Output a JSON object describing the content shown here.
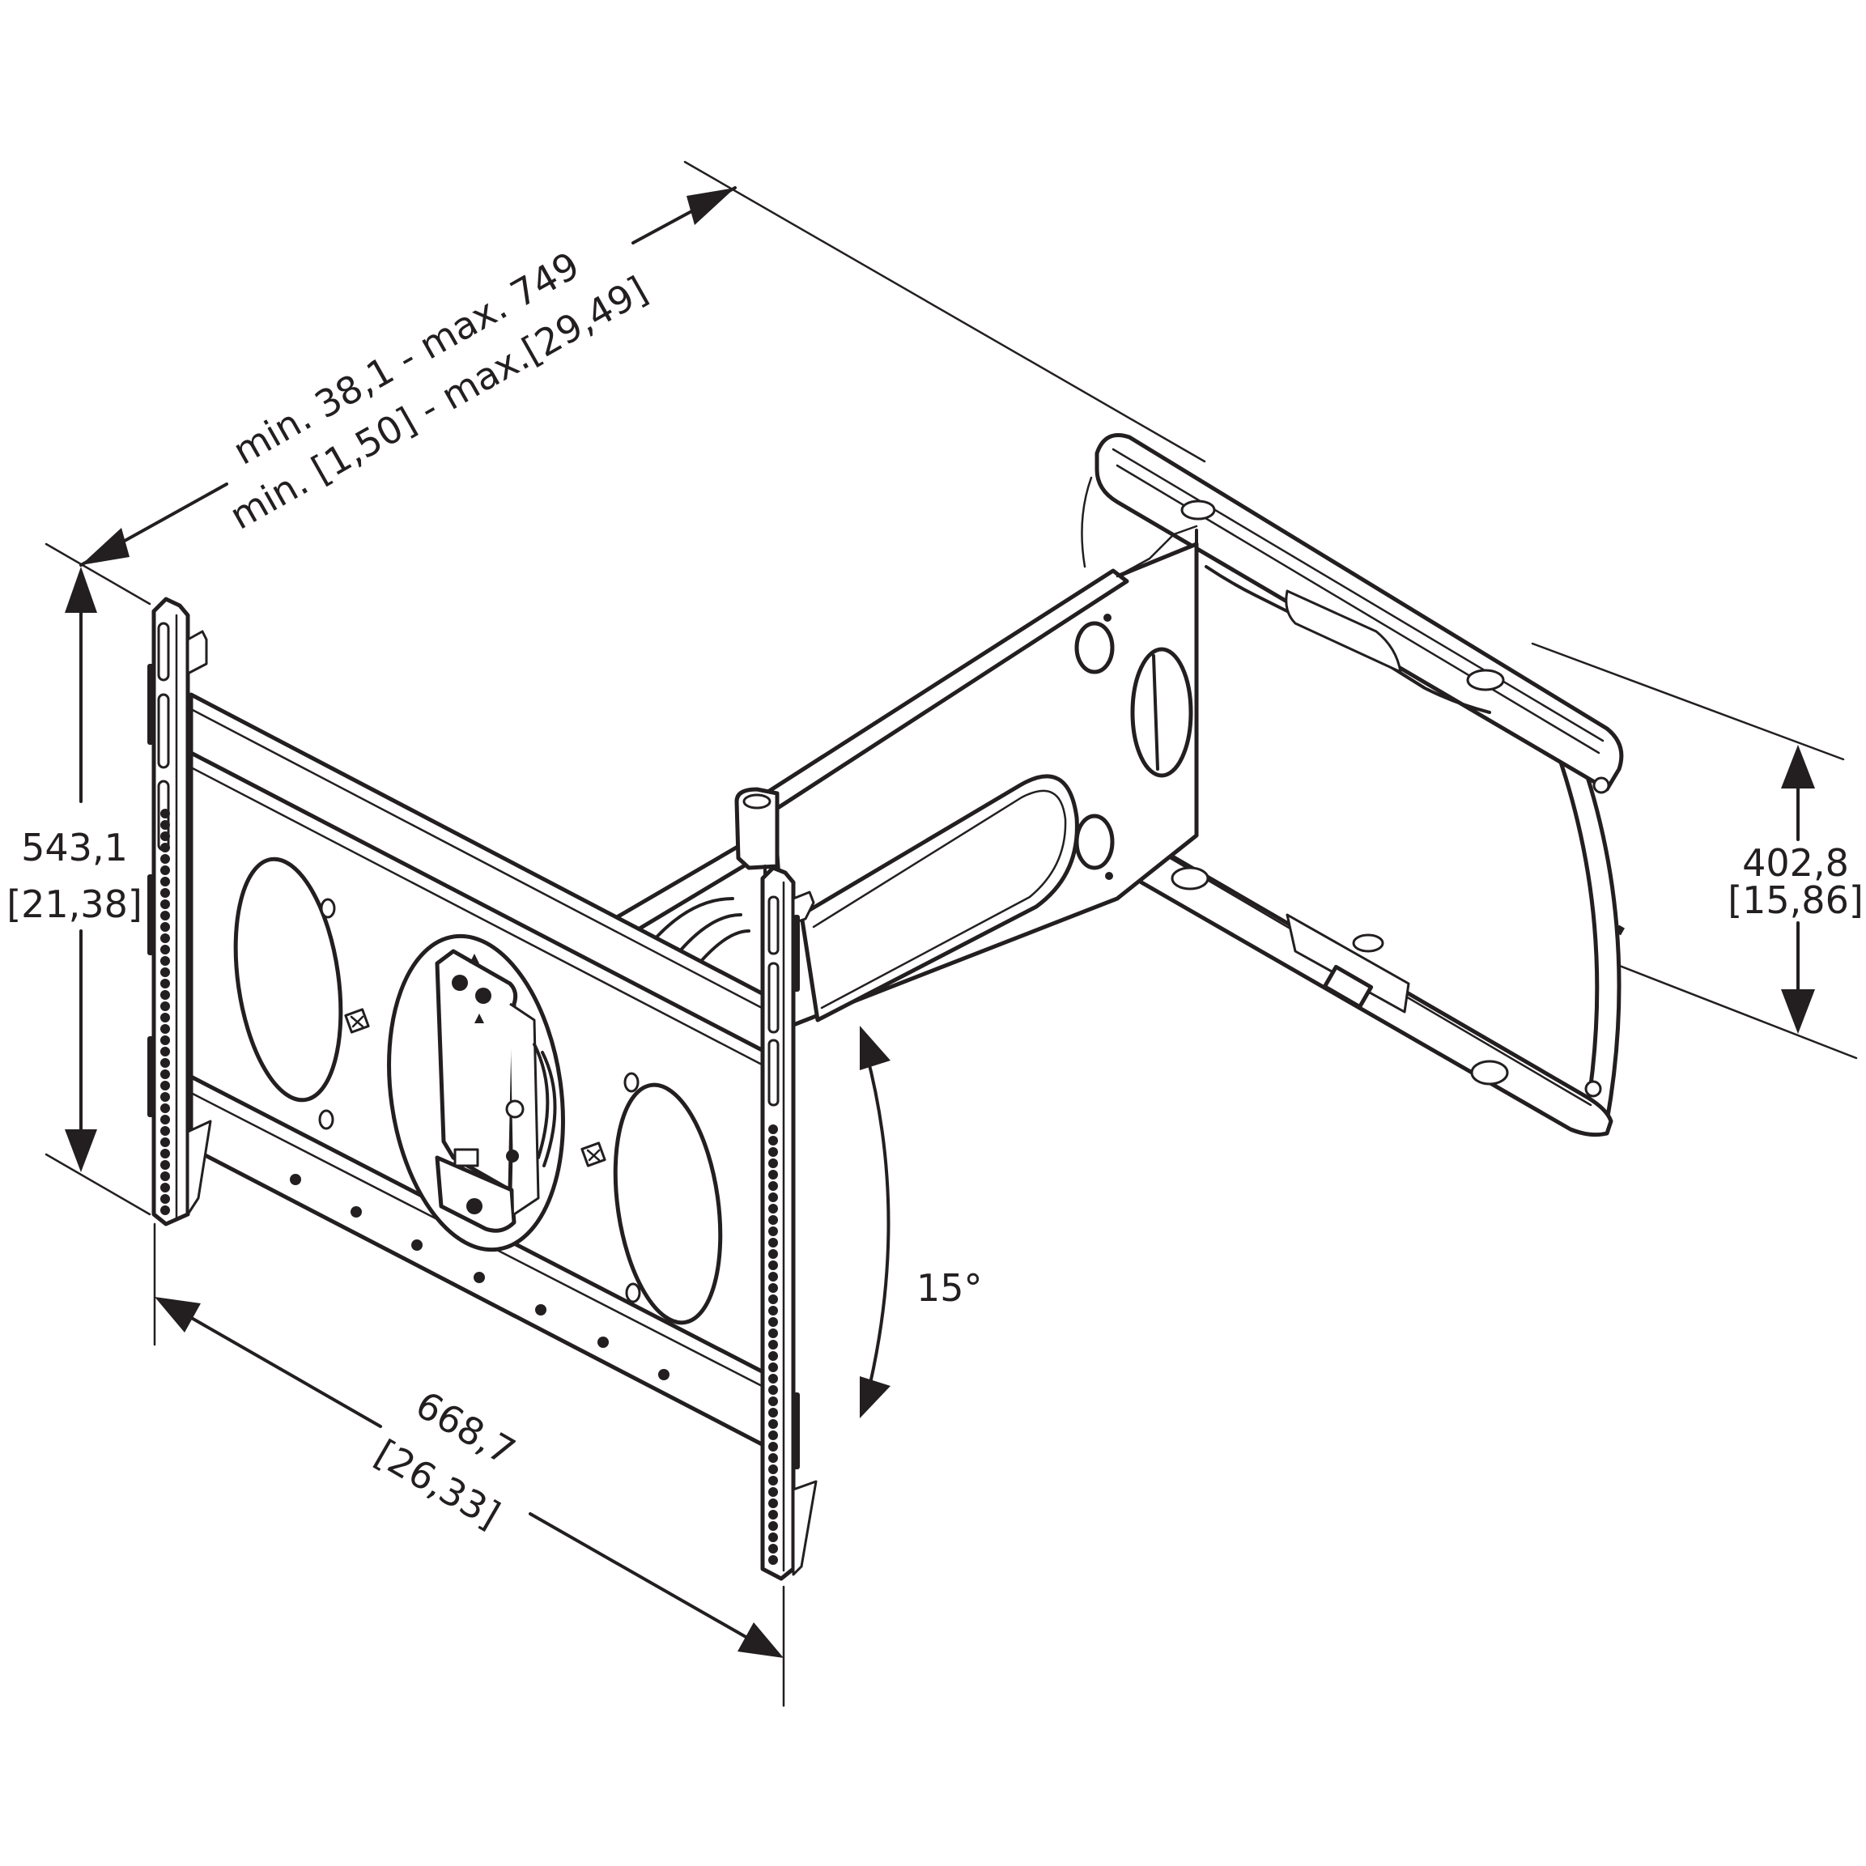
{
  "diagram": {
    "subject": "Full-motion TV wall mount (wall plate, swing arm, TV bracket) with dimensions",
    "colors": {
      "ink": "#231f20",
      "background": "#ffffff"
    }
  },
  "dimensions": {
    "depth": {
      "line1": "min. 38,1 - max. 749",
      "line2": "min. [1,50] - max.[29,49]"
    },
    "wall_plate_height": {
      "mm": "543,1",
      "inch": "[21,38]"
    },
    "tv_bracket_height": {
      "mm": "402,8",
      "inch": "[15,86]"
    },
    "wall_plate_width": {
      "mm": "668,7",
      "inch": "[26,33]"
    },
    "tilt_angle": {
      "label": "15°"
    }
  }
}
